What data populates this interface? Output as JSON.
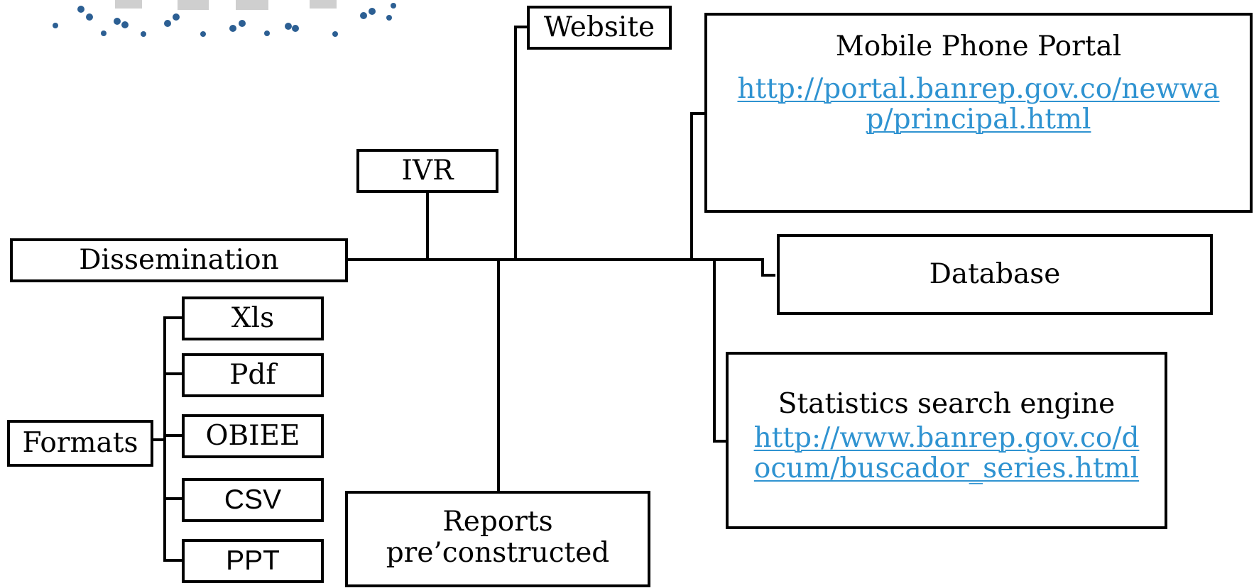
{
  "diagram": {
    "root": {
      "label": "Dissemination"
    },
    "channels": {
      "ivr": {
        "label": "IVR"
      },
      "website": {
        "label": "Website"
      },
      "mobile": {
        "title": "Mobile  Phone Portal",
        "url_line1": "http://portal.banrep.gov.co/newwa",
        "url_line2": "p/principal.html"
      },
      "database": {
        "label": "Database"
      },
      "search": {
        "title": "Statistics search engine",
        "url_line1": "http://www.banrep.gov.co/d",
        "url_line2": "ocum/buscador_series.html"
      },
      "reports": {
        "line1": "Reports",
        "line2": "pre’constructed"
      }
    },
    "formats": {
      "label": "Formats",
      "items": [
        "Xls",
        "Pdf",
        "OBIEE",
        "CSV",
        "PPT"
      ]
    }
  },
  "theme": {
    "line_color": "#000000",
    "link_color": "#2f93d1"
  }
}
